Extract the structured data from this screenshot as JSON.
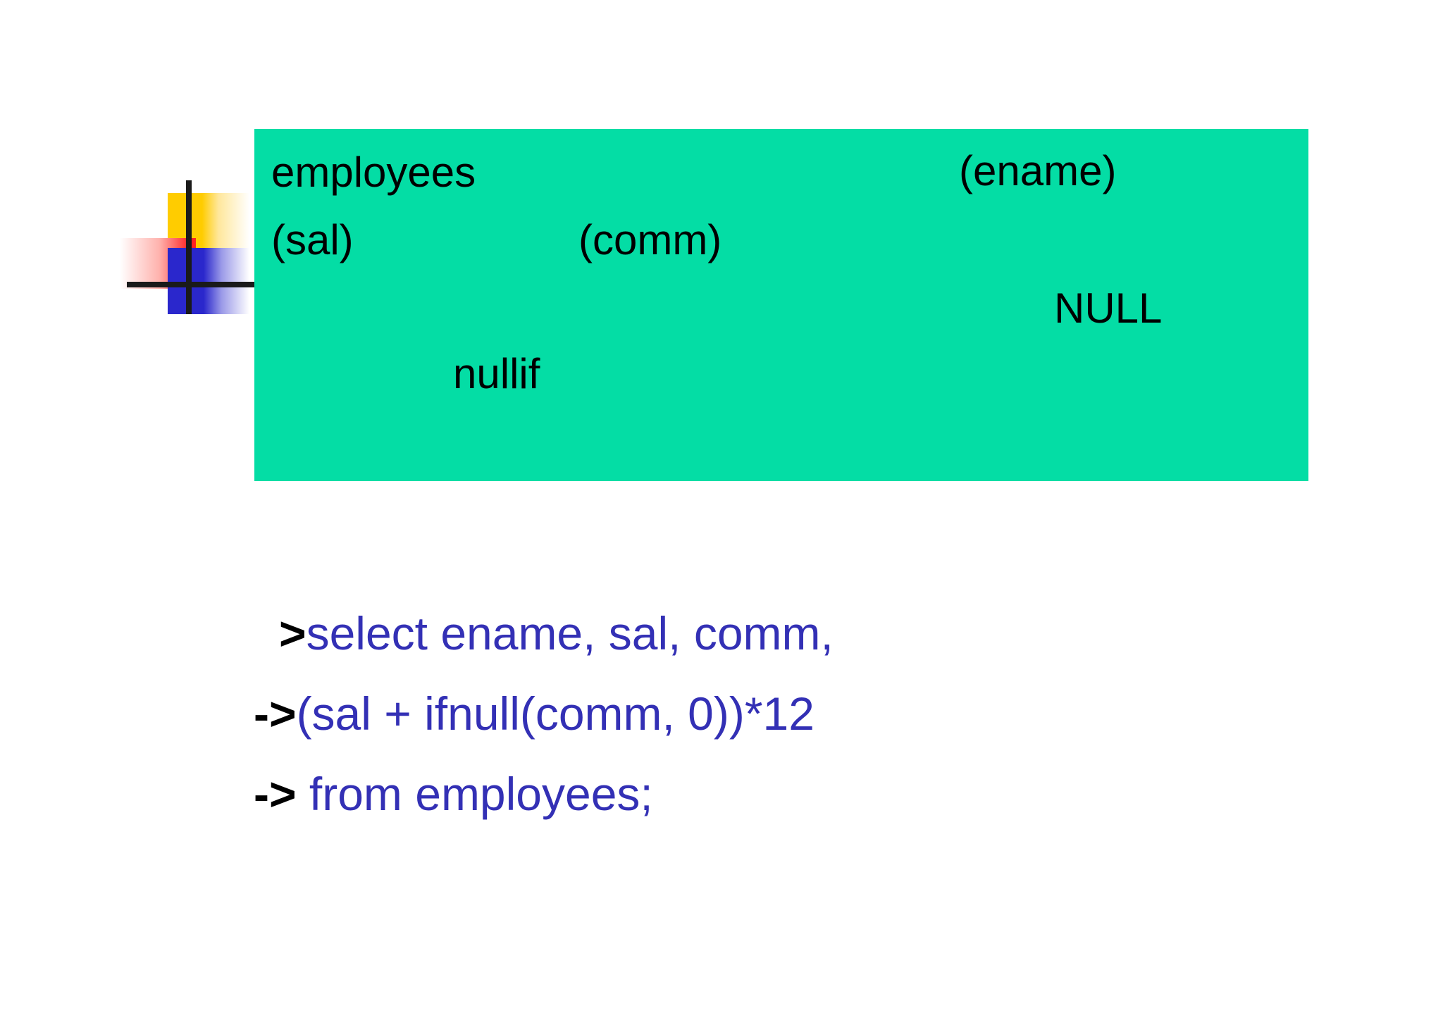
{
  "slide": {
    "background_color": "#FFFFFF",
    "decoration": {
      "name": "dads-tie-design-element",
      "yellow_color": "#FFCC00",
      "red_color": "#FF2222",
      "blue_color": "#2A27CC",
      "line_color": "#1A1A1A"
    },
    "content_box": {
      "background_color": "#04DDA5",
      "text_color": "#000000",
      "lines": {
        "employees": "employees",
        "ename": "(ename)",
        "sal": "(sal)",
        "comm": "(comm)",
        "null": "NULL",
        "nullif": "nullif"
      }
    },
    "sql": {
      "text_color": "#3330B5",
      "prompt_color": "#000000",
      "lines": [
        {
          "prompt": ">",
          "code": "select ename, sal, comm,"
        },
        {
          "prompt": "->",
          "code": "(sal + ifnull(comm, 0))*12"
        },
        {
          "prompt": "->",
          "code": " from employees;"
        }
      ]
    }
  }
}
